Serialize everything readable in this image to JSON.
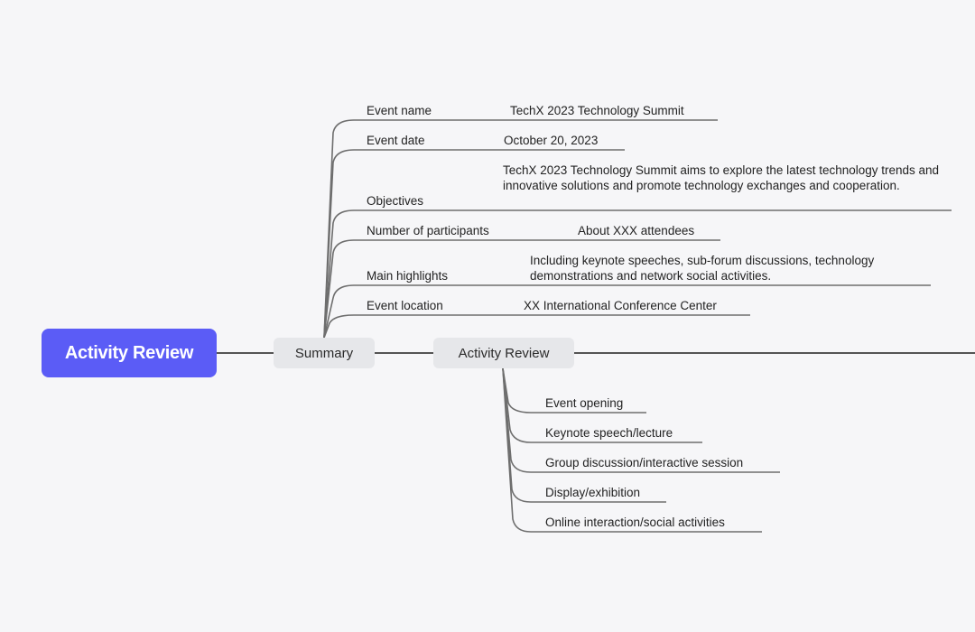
{
  "root": {
    "label": "Activity Review"
  },
  "summary": {
    "label": "Summary",
    "items": [
      {
        "label": "Event name",
        "value": "TechX 2023 Technology Summit"
      },
      {
        "label": "Event date",
        "value": "October 20, 2023"
      },
      {
        "label": "Objectives",
        "value": "TechX 2023 Technology Summit aims to explore the latest technology trends and innovative solutions and promote technology exchanges and cooperation."
      },
      {
        "label": "Number of participants",
        "value": "About XXX attendees"
      },
      {
        "label": "Main highlights",
        "value": "Including keynote speeches, sub-forum discussions, technology demonstrations and network social activities."
      },
      {
        "label": "Event location",
        "value": "XX International Conference Center"
      }
    ]
  },
  "activity_review": {
    "label": "Activity Review",
    "items": [
      "Event opening",
      "Keynote speech/lecture",
      "Group discussion/interactive session",
      "Display/exhibition",
      "Online interaction/social activities"
    ]
  },
  "colors": {
    "background": "#f6f6f8",
    "root_fill": "#5b5cf6",
    "branch_fill": "#e6e7ea",
    "line": "#6e6e6e",
    "main_line": "#1e1e1e"
  }
}
